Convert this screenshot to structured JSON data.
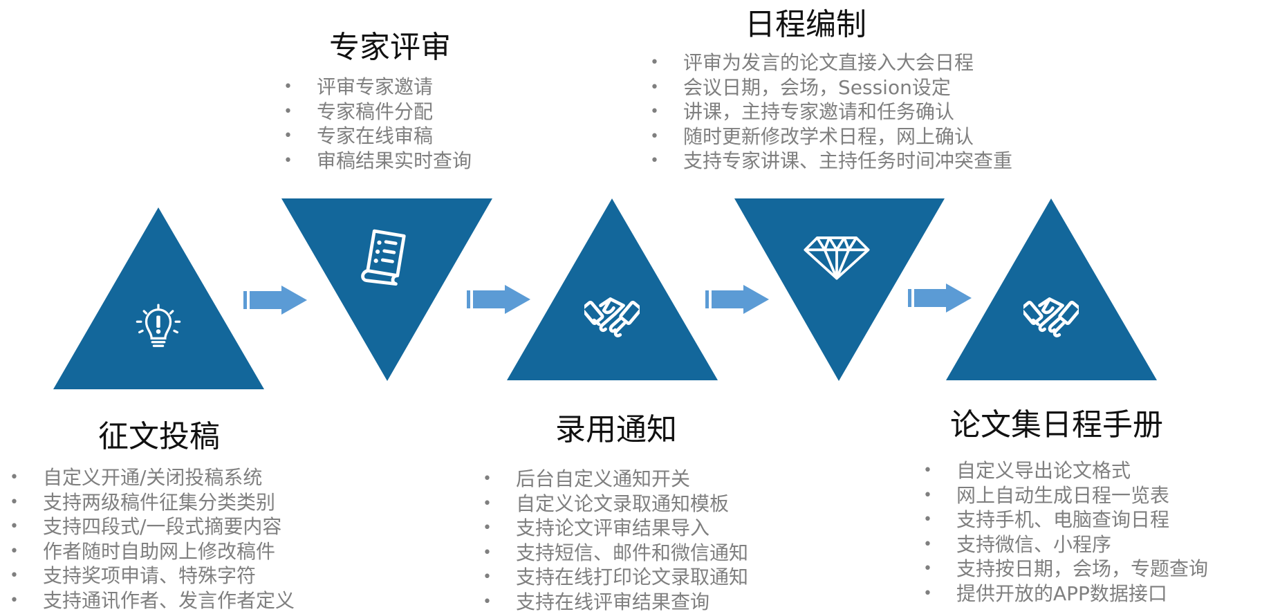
{
  "colors": {
    "triangle": "#13679B",
    "arrow": "#5B9BD5",
    "icon": "#ffffff",
    "title": "#111111",
    "bullet_text": "#7f7f7f"
  },
  "stages": [
    {
      "title": "征文投稿",
      "icon": "lightbulb-icon",
      "orientation": "up",
      "items": [
        "自定义开通/关闭投稿系统",
        "支持两级稿件征集分类类别",
        "支持四段式/一段式摘要内容",
        "作者随时自助网上修改稿件",
        "支持奖项申请、特殊字符",
        "支持通讯作者、发言作者定义"
      ]
    },
    {
      "title": "专家评审",
      "icon": "document-list-icon",
      "orientation": "down",
      "items": [
        "评审专家邀请",
        "专家稿件分配",
        "专家在线审稿",
        "审稿结果实时查询"
      ]
    },
    {
      "title": "录用通知",
      "icon": "handshake-icon",
      "orientation": "up",
      "items": [
        "后台自定义通知开关",
        "自定义论文录取通知模板",
        "支持论文评审结果导入",
        "支持短信、邮件和微信通知",
        "支持在线打印论文录取通知",
        "支持在线评审结果查询"
      ]
    },
    {
      "title": "日程编制",
      "icon": "diamond-icon",
      "orientation": "down",
      "items": [
        "评审为发言的论文直接入大会日程",
        "会议日期，会场，Session设定",
        "讲课，主持专家邀请和任务确认",
        "随时更新修改学术日程，网上确认",
        "支持专家讲课、主持任务时间冲突查重"
      ]
    },
    {
      "title": "论文集日程手册",
      "icon": "handshake-icon",
      "orientation": "up",
      "items": [
        "自定义导出论文格式",
        "网上自动生成日程一览表",
        "支持手机、电脑查询日程",
        "支持微信、小程序",
        "支持按日期，会场，专题查询",
        "提供开放的APP数据接口"
      ]
    }
  ]
}
